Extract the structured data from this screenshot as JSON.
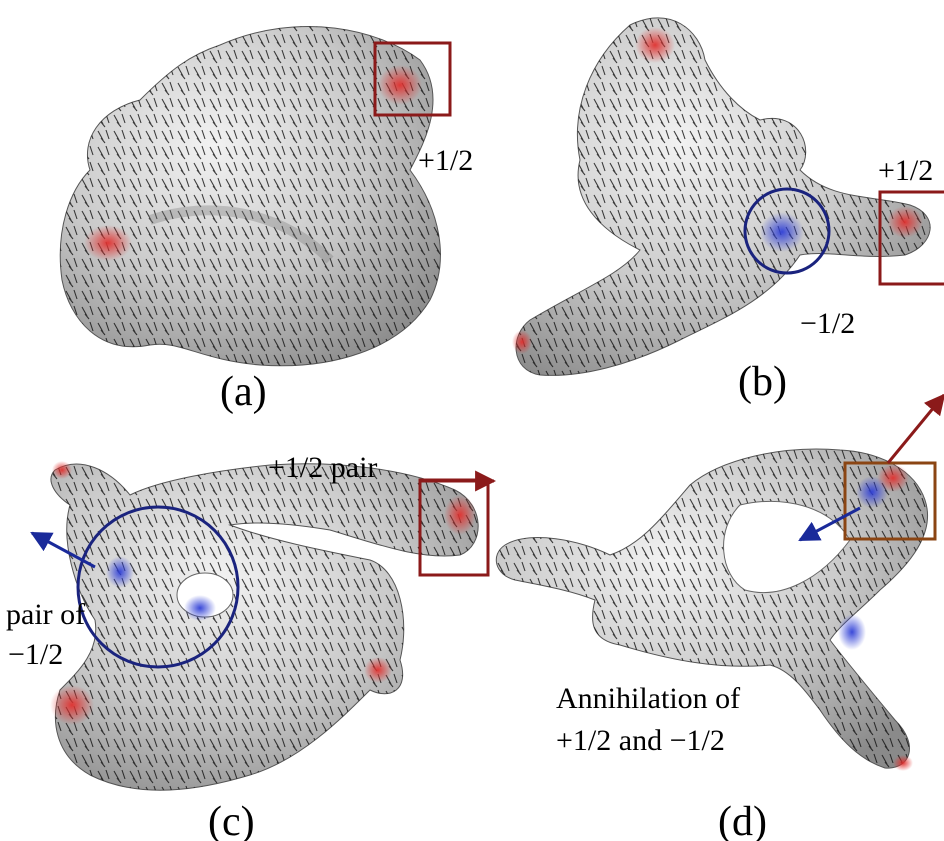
{
  "panels": [
    {
      "label": "(a)",
      "annotations": [
        "+1/2"
      ]
    },
    {
      "label": "(b)",
      "annotations": [
        "+1/2",
        "−1/2"
      ]
    },
    {
      "label": "(c)",
      "annotations": [
        "+1/2 pair",
        "pair of",
        "−1/2"
      ]
    },
    {
      "label": "(d)",
      "annotations": [
        "Annihilation of",
        "+1/2 and −1/2"
      ]
    }
  ],
  "colors": {
    "surface": "#cfcfcf",
    "surface_dark": "#7a7a7a",
    "positive_defect": "#e0312f",
    "negative_defect": "#2f3fd6",
    "box_red": "#8b1a1a",
    "circle_blue": "#1a237e",
    "box_brown": "#8b4513",
    "arrow_red": "#8b1a1a",
    "arrow_blue": "#1a2a9a"
  }
}
